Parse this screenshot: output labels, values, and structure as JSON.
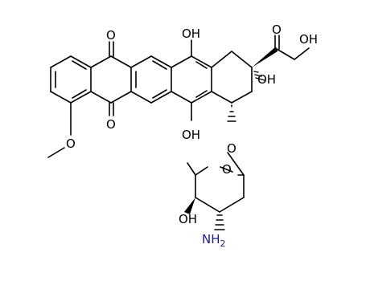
{
  "molecule": {
    "atom_labels": {
      "ketone_top_o": "O",
      "ketone_bottom_o": "O",
      "phenol_top_oh": "OH",
      "phenol_bottom_oh": "OH",
      "side_ketone_o": "O",
      "side_hydroxymethyl_oh": "OH",
      "tertiary_oh": "OH",
      "methoxy_o": "O",
      "glycoside_o": "O",
      "ring_o": "O",
      "sugar_oh": "OH",
      "amine": "NH",
      "amine_subscript": "2"
    },
    "colors": {
      "bond": "#000000",
      "label": "#000000",
      "nitrogen": "#1a1a8c"
    }
  }
}
